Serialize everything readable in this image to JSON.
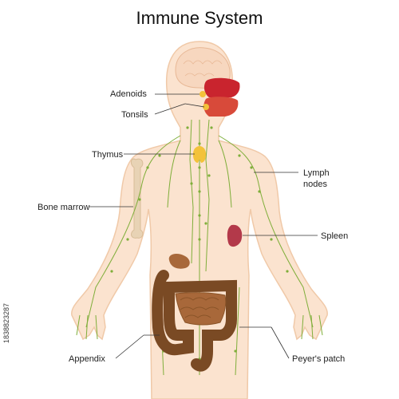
{
  "title": "Immune System",
  "labels": {
    "adenoids": "Adenoids",
    "tonsils": "Tonsils",
    "thymus": "Thymus",
    "bone_marrow": "Bone marrow",
    "lymph_nodes_line1": "Lymph",
    "lymph_nodes_line2": "nodes",
    "spleen": "Spleen",
    "appendix": "Appendix",
    "peyers_patch": "Peyer's patch"
  },
  "stock_id": "1838823287",
  "colors": {
    "skin": "#fbe3cf",
    "skin_outline": "#f0c9a8",
    "lymph": "#7fae3a",
    "thymus": "#f3c23a",
    "spleen": "#b3394a",
    "intestine": "#7a4a24",
    "small_intestine": "#a8683a",
    "oral": "#c9242e",
    "bone": "#e8d3b5"
  }
}
